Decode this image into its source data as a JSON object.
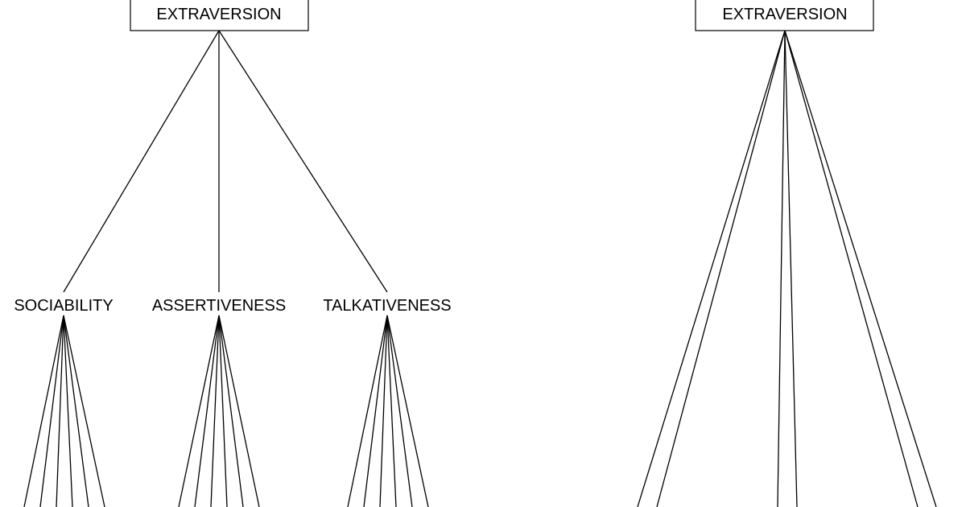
{
  "colors": {
    "background": "#ffffff",
    "line": "#000000",
    "text": "#000000"
  },
  "left_tree": {
    "root": {
      "label": "EXTRAVERSION"
    },
    "facets": [
      {
        "label": "SOCIABILITY"
      },
      {
        "label": "ASSERTIVENESS"
      },
      {
        "label": "TALKATIVENESS"
      }
    ]
  },
  "right_tree": {
    "root": {
      "label": "EXTRAVERSION"
    }
  }
}
